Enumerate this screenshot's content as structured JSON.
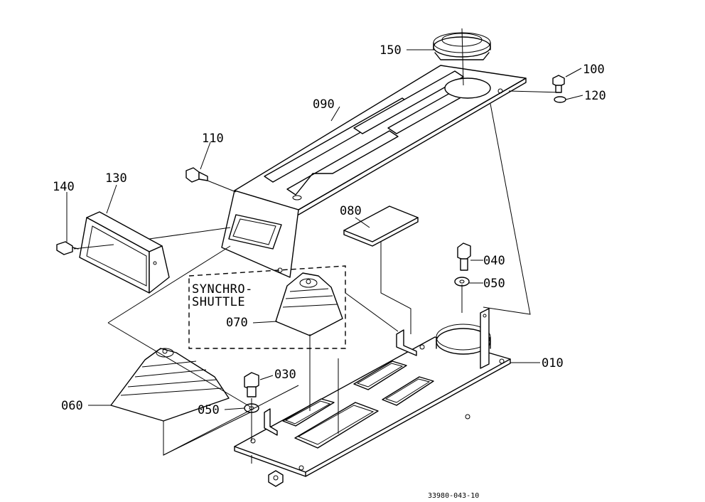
{
  "callouts": {
    "c150": "150",
    "c100": "100",
    "c120": "120",
    "c090": "090",
    "c110": "110",
    "c140": "140",
    "c130": "130",
    "c080": "080",
    "c040": "040",
    "c050_right": "050",
    "c070": "070",
    "c030": "030",
    "c010": "010",
    "c060": "060",
    "c050_left": "050"
  },
  "box_label": {
    "line1": "SYNCHRO-",
    "line2": "SHUTTLE"
  },
  "drawing_ref": "33980-043-10"
}
